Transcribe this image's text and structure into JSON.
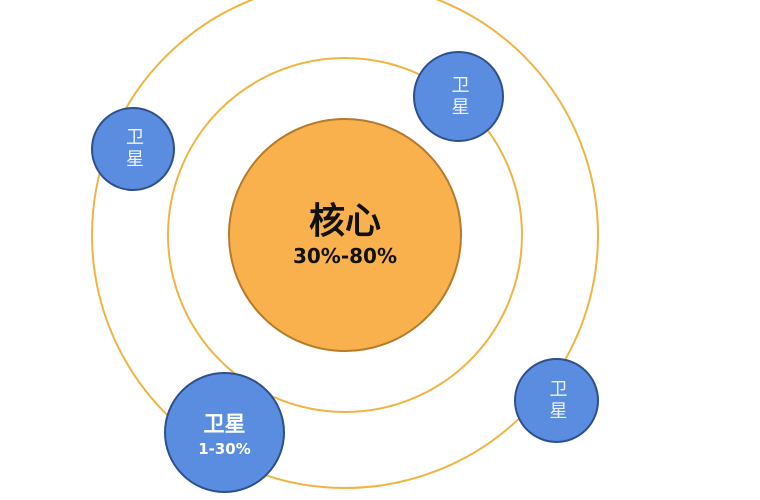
{
  "diagram": {
    "core": {
      "title": "核心",
      "range": "30%-80%",
      "color": "#f9b14d"
    },
    "satellites": [
      {
        "label": "卫星"
      },
      {
        "label": "卫星"
      },
      {
        "label": "卫星"
      },
      {
        "label": "卫星",
        "range": "1-30%"
      }
    ],
    "colors": {
      "ring": "#f0b443",
      "satellite": "#5a8ddf"
    }
  }
}
